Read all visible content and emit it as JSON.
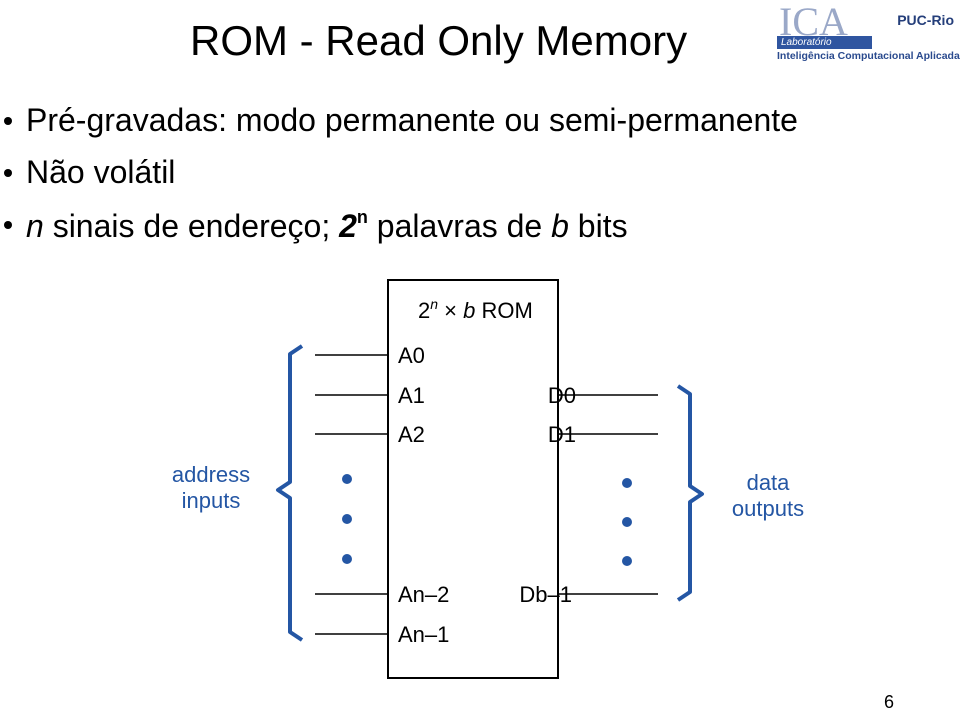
{
  "slide": {
    "title": "ROM - Read Only Memory",
    "page_number": "6"
  },
  "logo": {
    "mark": "ICA",
    "org": "PUC-Rio",
    "banner": "Laboratório",
    "subtitle": "Inteligência Computacional Aplicada"
  },
  "bullets": {
    "b1": "Pré-gravadas: modo permanente ou semi-permanente",
    "b2": "Não volátil",
    "b3": {
      "n": "n",
      "t1": " sinais de endereço; ",
      "base": "2",
      "exp": "n",
      "t2": " palavras de ",
      "b": "b",
      "t3": " bits"
    }
  },
  "diagram": {
    "box_title": {
      "pre": "2",
      "exp": "n",
      "mid": " × ",
      "b": "b",
      "post": " ROM"
    },
    "address_label": [
      "address",
      "inputs"
    ],
    "data_label": [
      "data",
      "outputs"
    ],
    "inputs": [
      "A0",
      "A1",
      "A2",
      "An–2",
      "An–1"
    ],
    "outputs": [
      "D0",
      "D1",
      "Db–1"
    ],
    "label_color": "#2456a4"
  }
}
